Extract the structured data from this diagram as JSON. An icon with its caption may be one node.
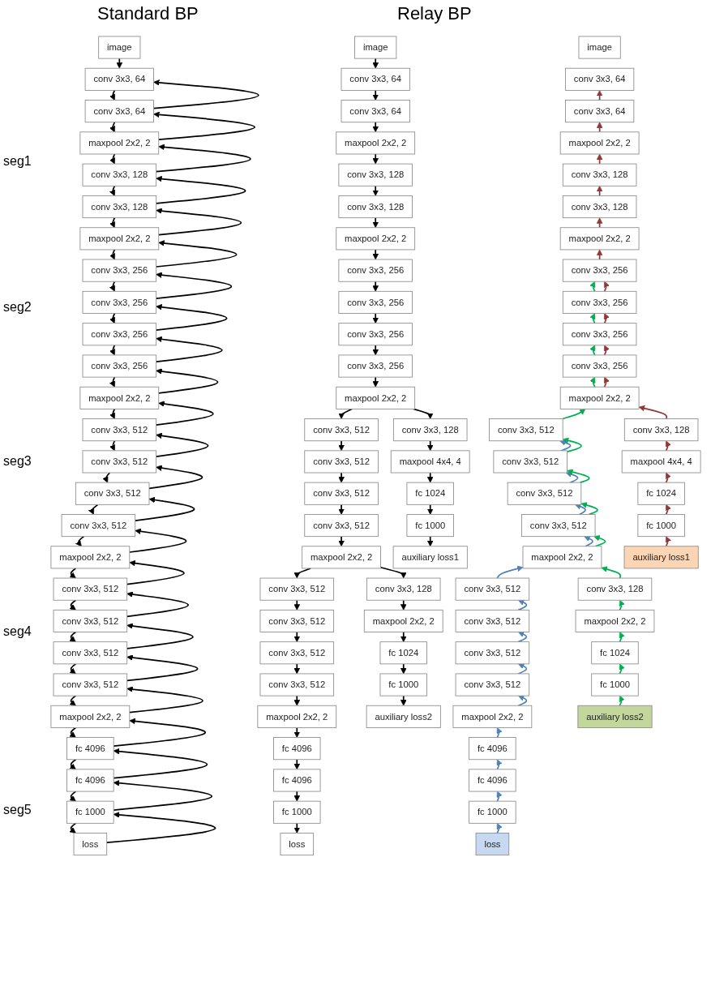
{
  "diagram": {
    "nodes": [
      {
        "text": [
          "image"
        ]
      },
      {
        "text": [
          "conv 3x3, 64"
        ]
      },
      {
        "text": [
          "conv 3x3, 64"
        ]
      },
      {
        "text": [
          "maxpool 2x2, 2"
        ]
      },
      {
        "text": [
          "conv 3x3, 128"
        ]
      },
      {
        "text": [
          "conv 3x3, 128"
        ]
      },
      {
        "text": [
          "maxpool 2x2, 2"
        ]
      },
      {
        "text": [
          "conv 3x3, 256"
        ]
      },
      {
        "text": [
          "conv 3x3, 256"
        ]
      },
      {
        "text": [
          "conv 3x3, 256"
        ]
      },
      {
        "text": [
          "conv 3x3, 256"
        ]
      },
      {
        "text": [
          "maxpool 2x2, 2"
        ]
      },
      {
        "text": [
          "conv 3x3, 512"
        ]
      },
      {
        "text": [
          "conv 3x3, 512"
        ]
      },
      {
        "text": [
          "conv 3x3, 512"
        ]
      },
      {
        "text": [
          "conv 3x3, 512"
        ]
      },
      {
        "text": [
          "maxpool 2x2, 2"
        ]
      },
      {
        "text": [
          "conv 3x3, 512"
        ]
      },
      {
        "text": [
          "conv 3x3, 512"
        ]
      },
      {
        "text": [
          "conv 3x3, 512"
        ]
      },
      {
        "text": [
          "conv 3x3, 512"
        ]
      },
      {
        "text": [
          "maxpool 2x2, 2"
        ]
      },
      {
        "text": [
          "fc 4096"
        ]
      },
      {
        "text": [
          "fc 4096"
        ]
      },
      {
        "text": [
          "fc 1000"
        ]
      },
      {
        "text": [
          "loss"
        ]
      },
      {
        "text": [
          "image"
        ]
      },
      {
        "text": [
          "conv 3x3, 64"
        ]
      },
      {
        "text": [
          "conv 3x3, 64"
        ]
      },
      {
        "text": [
          "maxpool 2x2, 2"
        ]
      },
      {
        "text": [
          "conv 3x3, 128"
        ]
      },
      {
        "text": [
          "conv 3x3, 128"
        ]
      },
      {
        "text": [
          "maxpool 2x2, 2"
        ]
      },
      {
        "text": [
          "conv 3x3, 256"
        ]
      },
      {
        "text": [
          "conv 3x3, 256"
        ]
      },
      {
        "text": [
          "conv 3x3, 256"
        ]
      },
      {
        "text": [
          "conv 3x3, 256"
        ]
      },
      {
        "text": [
          "maxpool 2x2, 2"
        ]
      },
      {
        "text": [
          "conv 3x3, 512"
        ]
      },
      {
        "text": [
          "conv 3x3, 512"
        ]
      },
      {
        "text": [
          "conv 3x3, 512"
        ]
      },
      {
        "text": [
          "conv 3x3, 512"
        ]
      },
      {
        "text": [
          "maxpool 2x2, 2"
        ]
      },
      {
        "text": [
          "conv 3x3, 512"
        ]
      },
      {
        "text": [
          "conv 3x3, 512"
        ]
      },
      {
        "text": [
          "conv 3x3, 512"
        ]
      },
      {
        "text": [
          "conv 3x3, 512"
        ]
      },
      {
        "text": [
          "maxpool 2x2, 2"
        ]
      },
      {
        "text": [
          "fc 4096"
        ]
      },
      {
        "text": [
          "fc 4096"
        ]
      },
      {
        "text": [
          "fc 1000"
        ]
      },
      {
        "text": [
          "loss"
        ]
      },
      {
        "text": [
          "conv 3x3, 128"
        ]
      },
      {
        "text": [
          "maxpool 4x4, 4"
        ]
      },
      {
        "text": [
          "fc 1024"
        ]
      },
      {
        "text": [
          "fc 1000"
        ]
      },
      {
        "text": [
          "auxiliary loss1"
        ]
      },
      {
        "text": [
          "conv 3x3, 128"
        ]
      },
      {
        "text": [
          "maxpool 2x2, 2"
        ]
      },
      {
        "text": [
          "fc 1024"
        ]
      },
      {
        "text": [
          "fc 1000"
        ]
      },
      {
        "text": [
          "auxiliary loss2"
        ]
      },
      {
        "text": [
          "image"
        ]
      },
      {
        "text": [
          "conv 3x3, 64"
        ]
      },
      {
        "text": [
          "conv 3x3, 64"
        ]
      },
      {
        "text": [
          "maxpool 2x2, 2"
        ]
      },
      {
        "text": [
          "conv 3x3, 128"
        ]
      },
      {
        "text": [
          "conv 3x3, 128"
        ]
      },
      {
        "text": [
          "maxpool 2x2, 2"
        ]
      },
      {
        "text": [
          "conv 3x3, 256"
        ]
      },
      {
        "text": [
          "conv 3x3, 256"
        ]
      },
      {
        "text": [
          "conv 3x3, 256"
        ]
      },
      {
        "text": [
          "conv 3x3, 256"
        ]
      },
      {
        "text": [
          "maxpool 2x2, 2"
        ]
      },
      {
        "text": [
          "conv 3x3, 512"
        ]
      },
      {
        "text": [
          "conv 3x3, 512"
        ]
      },
      {
        "text": [
          "conv 3x3, 512"
        ]
      },
      {
        "text": [
          "conv 3x3, 512"
        ]
      },
      {
        "text": [
          "maxpool 2x2, 2"
        ]
      },
      {
        "text": [
          "conv 3x3, 512"
        ]
      },
      {
        "text": [
          "conv 3x3, 512"
        ]
      },
      {
        "text": [
          "conv 3x3, 512"
        ]
      },
      {
        "text": [
          "conv 3x3, 512"
        ]
      },
      {
        "text": [
          "maxpool 2x2, 2"
        ]
      },
      {
        "text": [
          "fc 4096"
        ]
      },
      {
        "text": [
          "fc 4096"
        ]
      },
      {
        "text": [
          "fc 1000"
        ]
      },
      {
        "text": [
          "loss"
        ]
      },
      {
        "text": [
          "conv 3x3, 128"
        ]
      },
      {
        "text": [
          "maxpool 4x4, 4"
        ]
      },
      {
        "text": [
          "fc 1024"
        ]
      },
      {
        "text": [
          "fc 1000"
        ]
      },
      {
        "text": [
          "auxiliary loss1"
        ]
      },
      {
        "text": [
          "conv 3x3, 128"
        ]
      },
      {
        "text": [
          "maxpool 2x2, 2"
        ]
      },
      {
        "text": [
          "fc 1024"
        ]
      },
      {
        "text": [
          "fc 1000"
        ]
      },
      {
        "text": [
          "auxiliary loss2"
        ]
      }
    ],
    "edges": [
      {
        "from": 0,
        "to": 1,
        "arrow": "to"
      },
      {
        "from": 1,
        "to": 2,
        "arrow": "to"
      },
      {
        "from": 2,
        "to": 1,
        "arrow": "to"
      },
      {
        "from": 2,
        "to": 3,
        "arrow": "to"
      },
      {
        "from": 3,
        "to": 2,
        "arrow": "to"
      },
      {
        "from": 3,
        "to": 4,
        "arrow": "to"
      },
      {
        "from": 4,
        "to": 3,
        "arrow": "to"
      },
      {
        "from": 4,
        "to": 5,
        "arrow": "to"
      },
      {
        "from": 5,
        "to": 4,
        "arrow": "to"
      },
      {
        "from": 5,
        "to": 6,
        "arrow": "to"
      },
      {
        "from": 6,
        "to": 5,
        "arrow": "to"
      },
      {
        "from": 6,
        "to": 7,
        "arrow": "to"
      },
      {
        "from": 7,
        "to": 6,
        "arrow": "to"
      },
      {
        "from": 7,
        "to": 8,
        "arrow": "to"
      },
      {
        "from": 8,
        "to": 7,
        "arrow": "to"
      },
      {
        "from": 8,
        "to": 9,
        "arrow": "to"
      },
      {
        "from": 9,
        "to": 8,
        "arrow": "to"
      },
      {
        "from": 9,
        "to": 10,
        "arrow": "to"
      },
      {
        "from": 10,
        "to": 9,
        "arrow": "to"
      },
      {
        "from": 10,
        "to": 11,
        "arrow": "to"
      },
      {
        "from": 11,
        "to": 10,
        "arrow": "to"
      },
      {
        "from": 11,
        "to": 12,
        "arrow": "to"
      },
      {
        "from": 12,
        "to": 11,
        "arrow": "to"
      },
      {
        "from": 12,
        "to": 13,
        "arrow": "to"
      },
      {
        "from": 13,
        "to": 12,
        "arrow": "to"
      },
      {
        "from": 13,
        "to": 14,
        "arrow": "to"
      },
      {
        "from": 14,
        "to": 13,
        "arrow": "to"
      },
      {
        "from": 14,
        "to": 15,
        "arrow": "to"
      },
      {
        "from": 15,
        "to": 14,
        "arrow": "to"
      },
      {
        "from": 15,
        "to": 16,
        "arrow": "to"
      },
      {
        "from": 16,
        "to": 15,
        "arrow": "to"
      },
      {
        "from": 16,
        "to": 17,
        "arrow": "to"
      },
      {
        "from": 17,
        "to": 16,
        "arrow": "to"
      },
      {
        "from": 17,
        "to": 18,
        "arrow": "to"
      },
      {
        "from": 18,
        "to": 17,
        "arrow": "to"
      },
      {
        "from": 18,
        "to": 19,
        "arrow": "to"
      },
      {
        "from": 19,
        "to": 18,
        "arrow": "to"
      },
      {
        "from": 19,
        "to": 20,
        "arrow": "to"
      },
      {
        "from": 20,
        "to": 19,
        "arrow": "to"
      },
      {
        "from": 20,
        "to": 21,
        "arrow": "to"
      },
      {
        "from": 21,
        "to": 20,
        "arrow": "to"
      },
      {
        "from": 21,
        "to": 22,
        "arrow": "to"
      },
      {
        "from": 22,
        "to": 21,
        "arrow": "to"
      },
      {
        "from": 22,
        "to": 23,
        "arrow": "to"
      },
      {
        "from": 23,
        "to": 22,
        "arrow": "to"
      },
      {
        "from": 23,
        "to": 24,
        "arrow": "to"
      },
      {
        "from": 24,
        "to": 23,
        "arrow": "to"
      },
      {
        "from": 24,
        "to": 25,
        "arrow": "to"
      },
      {
        "from": 25,
        "to": 24,
        "arrow": "to"
      },
      {
        "from": 26,
        "to": 27,
        "arrow": "to"
      },
      {
        "from": 27,
        "to": 28,
        "arrow": "to"
      },
      {
        "from": 28,
        "to": 29,
        "arrow": "to"
      },
      {
        "from": 29,
        "to": 30,
        "arrow": "to"
      },
      {
        "from": 30,
        "to": 31,
        "arrow": "to"
      },
      {
        "from": 31,
        "to": 32,
        "arrow": "to"
      },
      {
        "from": 32,
        "to": 33,
        "arrow": "to"
      },
      {
        "from": 33,
        "to": 34,
        "arrow": "to"
      },
      {
        "from": 34,
        "to": 35,
        "arrow": "to"
      },
      {
        "from": 35,
        "to": 36,
        "arrow": "to"
      },
      {
        "from": 36,
        "to": 37,
        "arrow": "to"
      },
      {
        "from": 37,
        "to": 38,
        "arrow": "to"
      },
      {
        "from": 38,
        "to": 39,
        "arrow": "to"
      },
      {
        "from": 39,
        "to": 40,
        "arrow": "to"
      },
      {
        "from": 40,
        "to": 41,
        "arrow": "to"
      },
      {
        "from": 41,
        "to": 42,
        "arrow": "to"
      },
      {
        "from": 42,
        "to": 43,
        "arrow": "to"
      },
      {
        "from": 43,
        "to": 44,
        "arrow": "to"
      },
      {
        "from": 44,
        "to": 45,
        "arrow": "to"
      },
      {
        "from": 45,
        "to": 46,
        "arrow": "to"
      },
      {
        "from": 46,
        "to": 47,
        "arrow": "to"
      },
      {
        "from": 47,
        "to": 48,
        "arrow": "to"
      },
      {
        "from": 48,
        "to": 49,
        "arrow": "to"
      },
      {
        "from": 49,
        "to": 50,
        "arrow": "to"
      },
      {
        "from": 50,
        "to": 51,
        "arrow": "to"
      },
      {
        "from": 37,
        "to": 52,
        "arrow": "to"
      },
      {
        "from": 52,
        "to": 53,
        "arrow": "to"
      },
      {
        "from": 53,
        "to": 54,
        "arrow": "to"
      },
      {
        "from": 54,
        "to": 55,
        "arrow": "to"
      },
      {
        "from": 55,
        "to": 56,
        "arrow": "to"
      },
      {
        "from": 42,
        "to": 57,
        "arrow": "to"
      },
      {
        "from": 57,
        "to": 58,
        "arrow": "to"
      },
      {
        "from": 58,
        "to": 59,
        "arrow": "to"
      },
      {
        "from": 59,
        "to": 60,
        "arrow": "to"
      },
      {
        "from": 60,
        "to": 61,
        "arrow": "to"
      },
      {
        "from": 64,
        "to": 63,
        "arrow": "to",
        "color": "#953735"
      },
      {
        "from": 65,
        "to": 64,
        "arrow": "to",
        "color": "#953735"
      },
      {
        "from": 66,
        "to": 65,
        "arrow": "to",
        "color": "#953735"
      },
      {
        "from": 67,
        "to": 66,
        "arrow": "to",
        "color": "#953735"
      },
      {
        "from": 68,
        "to": 67,
        "arrow": "to",
        "color": "#953735"
      },
      {
        "from": 69,
        "to": 68,
        "arrow": "to",
        "color": "#953735"
      },
      {
        "from": 70,
        "to": 69,
        "arrow": "to",
        "color": "#00b050"
      },
      {
        "from": 70,
        "to": 69,
        "arrow": "to",
        "color": "#953735"
      },
      {
        "from": 71,
        "to": 70,
        "arrow": "to",
        "color": "#00b050"
      },
      {
        "from": 71,
        "to": 70,
        "arrow": "to",
        "color": "#953735"
      },
      {
        "from": 72,
        "to": 71,
        "arrow": "to",
        "color": "#00b050"
      },
      {
        "from": 72,
        "to": 71,
        "arrow": "to",
        "color": "#953735"
      },
      {
        "from": 73,
        "to": 72,
        "arrow": "to",
        "color": "#00b050"
      },
      {
        "from": 73,
        "to": 72,
        "arrow": "to",
        "color": "#953735"
      },
      {
        "from": 74,
        "to": 73,
        "arrow": "to",
        "color": "#00b050"
      },
      {
        "from": 88,
        "to": 73,
        "arrow": "to",
        "color": "#953735"
      },
      {
        "from": 89,
        "to": 88,
        "arrow": "to",
        "color": "#953735"
      },
      {
        "from": 90,
        "to": 89,
        "arrow": "to",
        "color": "#953735"
      },
      {
        "from": 91,
        "to": 90,
        "arrow": "to",
        "color": "#953735"
      },
      {
        "from": 92,
        "to": 91,
        "arrow": "to",
        "color": "#953735"
      },
      {
        "from": 75,
        "to": 74,
        "arrow": "to",
        "color": "#4f81bd"
      },
      {
        "from": 75,
        "to": 74,
        "arrow": "to",
        "color": "#00b050"
      },
      {
        "from": 76,
        "to": 75,
        "arrow": "to",
        "color": "#4f81bd"
      },
      {
        "from": 76,
        "to": 75,
        "arrow": "to",
        "color": "#00b050"
      },
      {
        "from": 77,
        "to": 76,
        "arrow": "to",
        "color": "#4f81bd"
      },
      {
        "from": 77,
        "to": 76,
        "arrow": "to",
        "color": "#00b050"
      },
      {
        "from": 78,
        "to": 77,
        "arrow": "to",
        "color": "#4f81bd"
      },
      {
        "from": 78,
        "to": 77,
        "arrow": "to",
        "color": "#00b050"
      },
      {
        "from": 79,
        "to": 78,
        "arrow": "to",
        "color": "#4f81bd"
      },
      {
        "from": 93,
        "to": 78,
        "arrow": "to",
        "color": "#00b050"
      },
      {
        "from": 94,
        "to": 93,
        "arrow": "to",
        "color": "#00b050"
      },
      {
        "from": 95,
        "to": 94,
        "arrow": "to",
        "color": "#00b050"
      },
      {
        "from": 96,
        "to": 95,
        "arrow": "to",
        "color": "#00b050"
      },
      {
        "from": 97,
        "to": 96,
        "arrow": "to",
        "color": "#00b050"
      },
      {
        "from": 80,
        "to": 79,
        "arrow": "to",
        "color": "#4f81bd"
      },
      {
        "from": 81,
        "to": 80,
        "arrow": "to",
        "color": "#4f81bd"
      },
      {
        "from": 82,
        "to": 81,
        "arrow": "to",
        "color": "#4f81bd"
      },
      {
        "from": 83,
        "to": 82,
        "arrow": "to",
        "color": "#4f81bd"
      },
      {
        "from": 84,
        "to": 83,
        "arrow": "to",
        "color": "#4f81bd"
      },
      {
        "from": 85,
        "to": 84,
        "arrow": "to",
        "color": "#4f81bd"
      },
      {
        "from": 86,
        "to": 85,
        "arrow": "to",
        "color": "#4f81bd"
      },
      {
        "from": 87,
        "to": 86,
        "arrow": "to",
        "color": "#4f81bd"
      }
    ],
    "labels": [
      "Standard BP",
      "Relay BP",
      "seg1",
      "seg2",
      "seg3",
      "seg4",
      "seg5"
    ]
  }
}
